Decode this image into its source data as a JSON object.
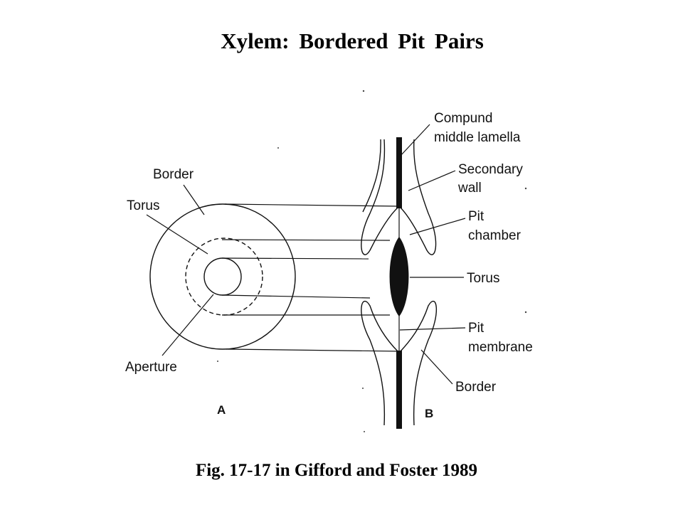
{
  "title": "Xylem: Bordered Pit Pairs",
  "caption": "Fig. 17-17 in Gifford and Foster 1989",
  "panel_a": {
    "letter": "A",
    "labels": {
      "border": "Border",
      "torus": "Torus",
      "aperture": "Aperture"
    }
  },
  "panel_b": {
    "letter": "B",
    "labels": {
      "compound_middle_lamella_line1": "Compund",
      "compound_middle_lamella_line2": "middle lamella",
      "secondary_wall_line1": "Secondary",
      "secondary_wall_line2": "wall",
      "pit_chamber_line1": "Pit",
      "pit_chamber_line2": "chamber",
      "torus": "Torus",
      "pit_membrane_line1": "Pit",
      "pit_membrane_line2": "membrane",
      "border": "Border"
    }
  }
}
